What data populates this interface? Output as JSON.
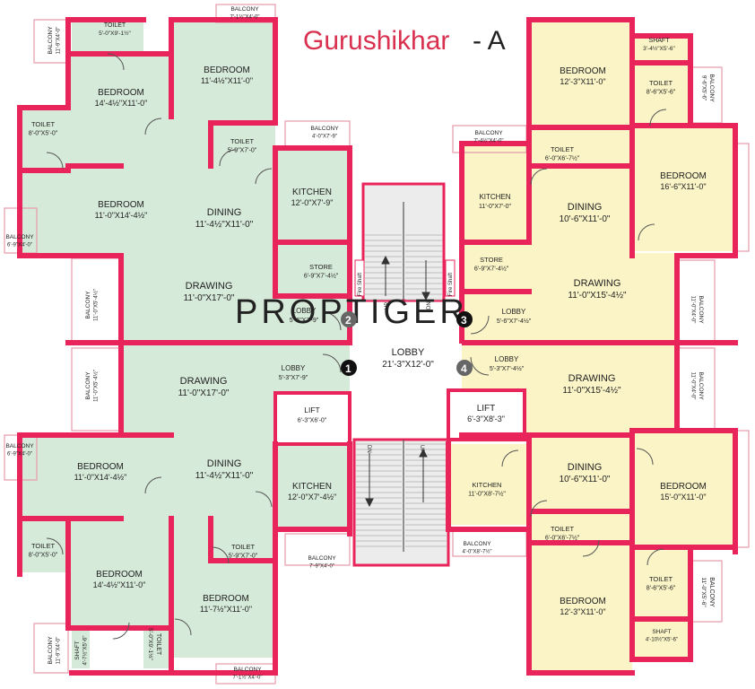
{
  "title": {
    "main": "Gurushikhar",
    "suffix": "- A"
  },
  "watermark": "PROPTIGER",
  "colors": {
    "wall": "#e8245a",
    "green_room": "#d6ead9",
    "yellow_room": "#fbf4c6",
    "outline": "#e79aa9",
    "stair": "#cfcfcf"
  },
  "rooms": {
    "nw_toilet_top": {
      "name": "TOILET",
      "size": "5'-0\"X9'-1½\""
    },
    "nw_balcony_top": {
      "name": "BALCONY",
      "size": "7'-1½\"X4'-0\""
    },
    "nw_balcony_left": {
      "name": "BALCONY",
      "size": "11'-9\"X4'-0\""
    },
    "nw_bedroom_a": {
      "name": "BEDROOM",
      "size": "14'-4½\"X11'-0\""
    },
    "nw_bedroom_b": {
      "name": "BEDROOM",
      "size": "11'-4½\"X11'-0\""
    },
    "nw_toilet_left": {
      "name": "TOILET",
      "size": "8'-0\"X5'-0\""
    },
    "nw_toilet_mid": {
      "name": "TOILET",
      "size": "5'-9\"X7'-0\""
    },
    "nw_balcony_kitchen": {
      "name": "BALCONY",
      "size": "4'-0\"X7'-9\""
    },
    "nw_bedroom_c": {
      "name": "BEDROOM",
      "size": "11'-0\"X14'-4½\""
    },
    "nw_dining": {
      "name": "DINING",
      "size": "11'-4½\"X11'-0\""
    },
    "nw_kitchen": {
      "name": "KITCHEN",
      "size": "12'-0\"X7'-9\""
    },
    "nw_balcony_small": {
      "name": "BALCONY",
      "size": "6'-9\"X4'-0\""
    },
    "nw_drawing": {
      "name": "DRAWING",
      "size": "11'-0\"X17'-0\""
    },
    "nw_store": {
      "name": "STORE",
      "size": "6'-9\"X7'-4½\""
    },
    "nw_balcony_draw": {
      "name": "BALCONY",
      "size": "11'-0\"X5'-4½\""
    },
    "nw_lobby": {
      "name": "LOBBY",
      "size": "5'-6\"X7'-9\""
    },
    "ne_bedroom_a": {
      "name": "BEDROOM",
      "size": "12'-3\"X11'-0\""
    },
    "ne_shaft": {
      "name": "SHAFT",
      "size": "3'-4½\"X5'-6\""
    },
    "ne_toilet_a": {
      "name": "TOILET",
      "size": "8'-6\"X5'-6\""
    },
    "ne_balcony_right": {
      "name": "BALCONY",
      "size": "9'-6\"X5'-6\""
    },
    "ne_balcony_kitchen": {
      "name": "BALCONY",
      "size": "7'-4½\"X4'-0\""
    },
    "ne_toilet_b": {
      "name": "TOILET",
      "size": "6'-0\"X6'-7½\""
    },
    "ne_bedroom_b": {
      "name": "BEDROOM",
      "size": "16'-6\"X11'-0\""
    },
    "ne_kitchen": {
      "name": "KITCHEN",
      "size": "11'-0\"X7'-0\""
    },
    "ne_dining": {
      "name": "DINING",
      "size": "10'-6\"X11'-0\""
    },
    "ne_store": {
      "name": "STORE",
      "size": "6'-9\"X7'-4½\""
    },
    "ne_drawing": {
      "name": "DRAWING",
      "size": "11'-0\"X15'-4½\""
    },
    "ne_balcony_draw": {
      "name": "BALCONY",
      "size": "11'-0\"X4'-0\""
    },
    "ne_lobby": {
      "name": "LOBBY",
      "size": "5'-6\"X7'-4½\""
    },
    "center_lobby": {
      "name": "LOBBY",
      "size": "21'-3\"X12'-0\""
    },
    "sw_balcony_draw": {
      "name": "BALCONY",
      "size": "11'-0\"X5'-4½\""
    },
    "sw_drawing": {
      "name": "DRAWING",
      "size": "11'-0\"X17'-0\""
    },
    "sw_lobby": {
      "name": "LOBBY",
      "size": "5'-3\"X7'-9\""
    },
    "sw_lift": {
      "name": "LIFT",
      "size": "6'-3\"X6'-0\""
    },
    "sw_balcony_small": {
      "name": "BALCONY",
      "size": "6'-9\"X4'-0\""
    },
    "sw_bedroom_a": {
      "name": "BEDROOM",
      "size": "11'-0\"X14'-4½\""
    },
    "sw_dining": {
      "name": "DINING",
      "size": "11'-4½\"X11'-0\""
    },
    "sw_kitchen": {
      "name": "KITCHEN",
      "size": "12'-0\"X7'-4½\""
    },
    "sw_toilet_left": {
      "name": "TOILET",
      "size": "8'-0\"X5'-0\""
    },
    "sw_toilet_mid": {
      "name": "TOILET",
      "size": "5'-9\"X7'-0\""
    },
    "sw_balcony_kitchen": {
      "name": "BALCONY",
      "size": "7'-9\"X4'-0\""
    },
    "sw_bedroom_b": {
      "name": "BEDROOM",
      "size": "14'-4½\"X11'-0\""
    },
    "sw_bedroom_c": {
      "name": "BEDROOM",
      "size": "11'-7½\"X11'-0\""
    },
    "sw_balcony_left": {
      "name": "BALCONY",
      "size": "11'-9\"X4'-0\""
    },
    "sw_shaft": {
      "name": "SHAFT",
      "size": "4'-7½\"X5'-6\""
    },
    "sw_toilet_bottom": {
      "name": "TOILET",
      "size": "5'-0\"X9'-1½\""
    },
    "sw_balcony_bottom": {
      "name": "BALCONY",
      "size": "7'-1½\"X4'-0\""
    },
    "se_lobby": {
      "name": "LOBBY",
      "size": "5'-3\"X7'-4½\""
    },
    "se_drawing": {
      "name": "DRAWING",
      "size": "11'-0\"X15'-4½\""
    },
    "se_balcony_draw": {
      "name": "BALCONY",
      "size": "11'-0\"X4'-0\""
    },
    "se_lift": {
      "name": "LIFT",
      "size": "6'-3\"X8'-3\""
    },
    "se_kitchen": {
      "name": "KITCHEN",
      "size": "11'-0\"X8'-7½\""
    },
    "se_dining": {
      "name": "DINING",
      "size": "10'-6\"X11'-0\""
    },
    "se_bedroom_a": {
      "name": "BEDROOM",
      "size": "15'-0\"X11'-0\""
    },
    "se_toilet_a": {
      "name": "TOILET",
      "size": "6'-0\"X6'-7½\""
    },
    "se_balcony_kitchen": {
      "name": "BALCONY",
      "size": "4'-0\"X8'-7½\""
    },
    "se_bedroom_b": {
      "name": "BEDROOM",
      "size": "12'-3\"X11'-0\""
    },
    "se_toilet_b": {
      "name": "TOILET",
      "size": "8'-6\"X5'-6\""
    },
    "se_balcony_right": {
      "name": "BALCONY",
      "size": "11'-0\"X5'-6\""
    },
    "se_shaft": {
      "name": "SHAFT",
      "size": "4'-10½\"X5'-6\""
    }
  },
  "stairs": {
    "fire_shaft": "Fire Shaft",
    "up": "UP",
    "dn": "DN"
  },
  "unit_markers": [
    "1",
    "2",
    "3",
    "4"
  ]
}
